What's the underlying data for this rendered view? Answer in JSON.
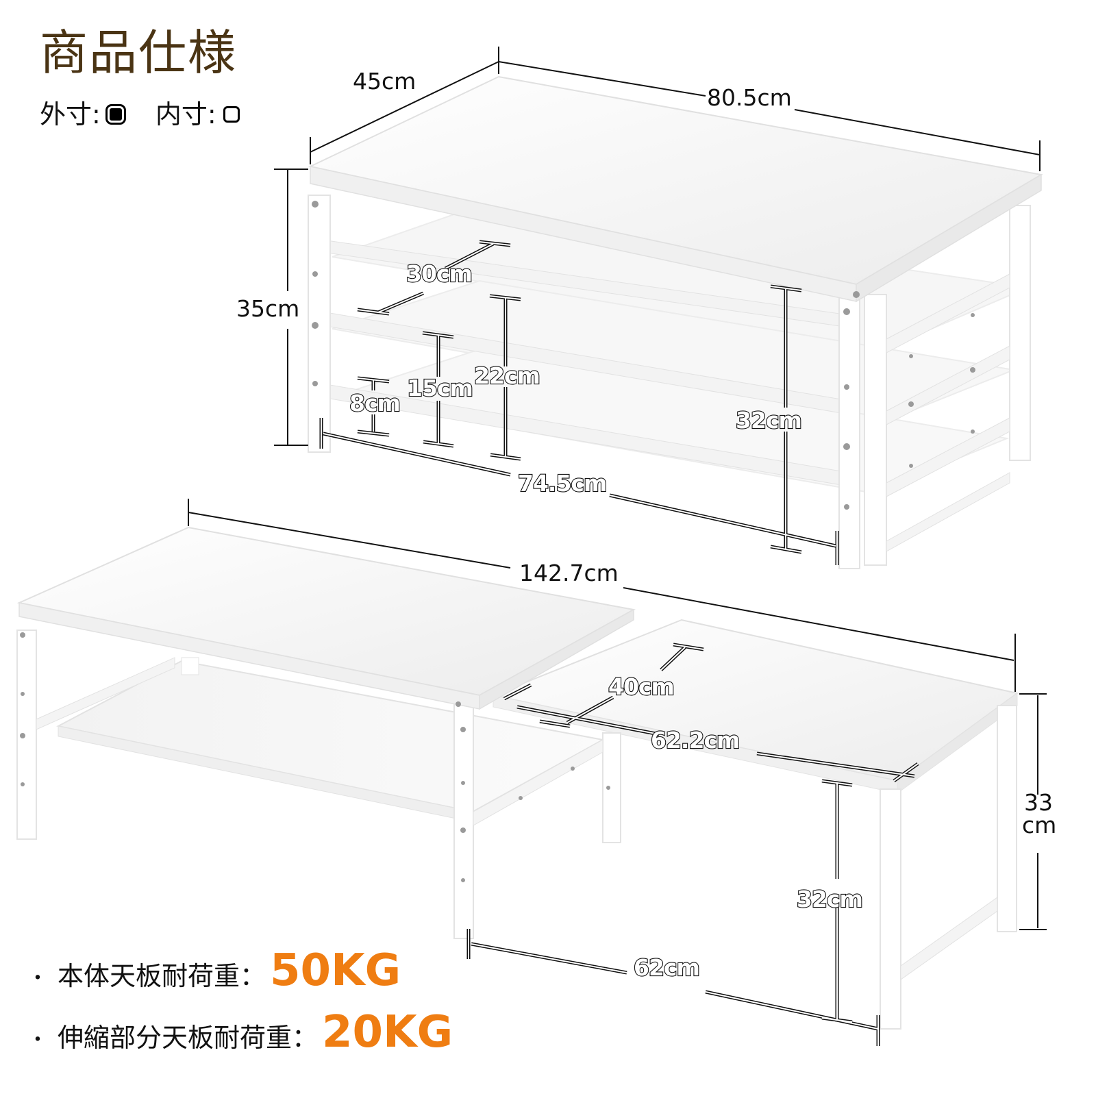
{
  "header": {
    "title": "商品仕様",
    "legend": {
      "outer_label": "外寸:",
      "outer_symbol": "filled-rounded-square",
      "inner_label": "内寸:",
      "inner_symbol": "hollow-rounded-square"
    }
  },
  "colors": {
    "title": "#4a3414",
    "text": "#111111",
    "accent_load": "#ef7d12",
    "furniture": "#ffffff",
    "furniture_shade": "#e6e6e6"
  },
  "upper_figure": {
    "description": "collapsed stand, 3 shelves",
    "outer": {
      "depth": "45cm",
      "width": "80.5cm",
      "height": "35cm"
    },
    "inner": {
      "shelf_depth": "30cm",
      "clearance_22": "22cm",
      "clearance_15": "15cm",
      "clearance_8": "8cm",
      "inner_height": "32cm",
      "inner_width": "74.5cm"
    }
  },
  "lower_figure": {
    "description": "extended stand",
    "outer": {
      "width": "142.7cm",
      "height_value": "33",
      "height_unit": "cm"
    },
    "inner": {
      "extension_depth": "40cm",
      "extension_width": "62.2cm",
      "inner_height": "32cm",
      "inner_width": "62cm"
    }
  },
  "loads": [
    {
      "label": "本体天板耐荷重：",
      "value": "50KG"
    },
    {
      "label": "伸縮部分天板耐荷重：",
      "value": "20KG"
    }
  ],
  "bullet": "・"
}
